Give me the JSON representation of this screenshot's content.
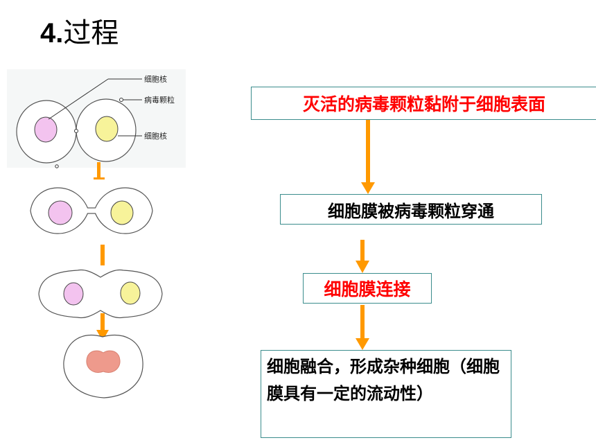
{
  "title": {
    "number": "4.",
    "text": "过程"
  },
  "figure": {
    "labels": {
      "nucleus_top": "细胞核",
      "virus_particle": "病毒颗粒",
      "nucleus_bottom": "细胞核"
    },
    "colors": {
      "nucleus_pink": "#f3c3ef",
      "nucleus_yellow": "#f7f39a",
      "fused_nucleus": "#ee9a8c",
      "arrow": "#ff9900"
    }
  },
  "flow": {
    "steps": [
      "灭活的病毒颗粒黏附于细胞表面",
      "细胞膜被病毒颗粒穿通",
      "细胞膜连接",
      "细胞融合，形成杂种细胞（细胞膜具有一定的流动性）"
    ],
    "border_color": "#3a8c8c",
    "highlight_color": "#ff0000"
  }
}
